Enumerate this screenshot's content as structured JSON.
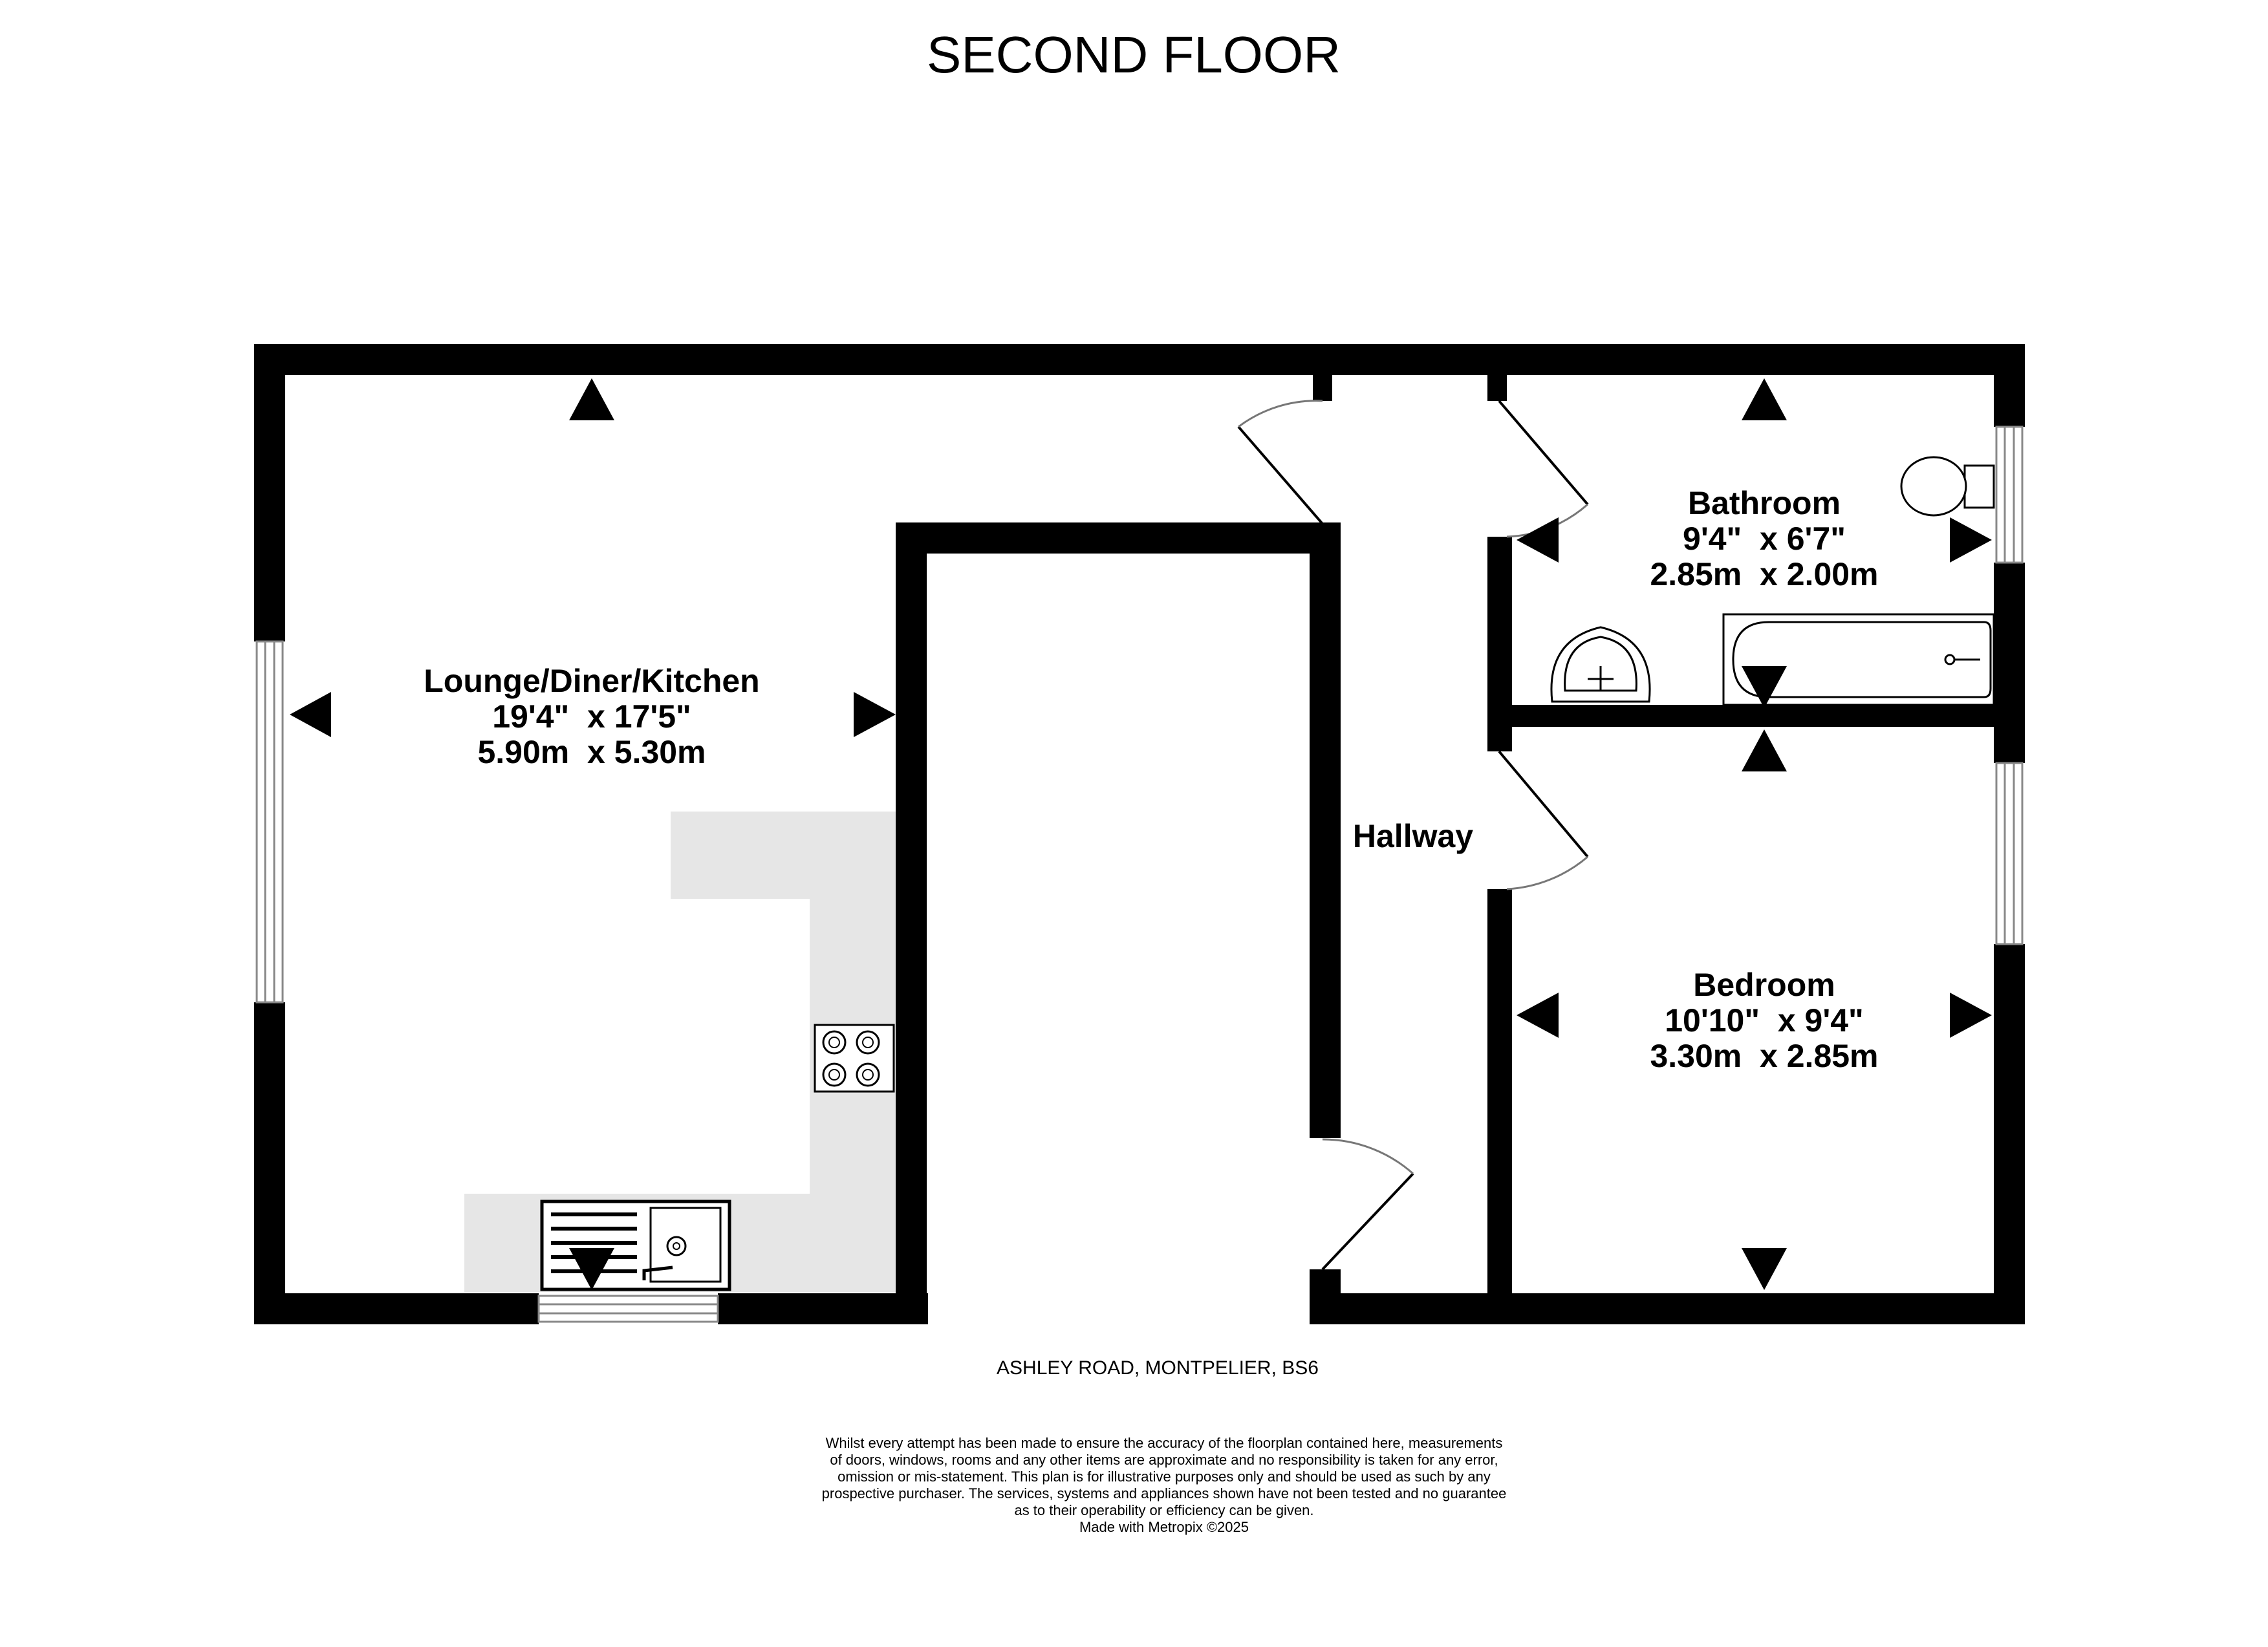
{
  "title": "SECOND FLOOR",
  "rooms": {
    "lounge": {
      "name": "Lounge/Diner/Kitchen",
      "imperial": "19'4\"  x 17'5\"",
      "metric": "5.90m  x 5.30m"
    },
    "bathroom": {
      "name": "Bathroom",
      "imperial": "9'4\"  x 6'7\"",
      "metric": "2.85m  x 2.00m"
    },
    "bedroom": {
      "name": "Bedroom",
      "imperial": "10'10\"  x 9'4\"",
      "metric": "3.30m  x 2.85m"
    },
    "hallway": {
      "name": "Hallway"
    }
  },
  "address": "ASHLEY ROAD, MONTPELIER, BS6",
  "disclaimer": [
    "Whilst every attempt has been made to ensure the accuracy of the floorplan contained here, measurements",
    "of doors, windows, rooms and any other items are approximate and no responsibility is taken for any error,",
    "omission or mis-statement. This plan is for illustrative purposes only and should be used as such by any",
    "prospective purchaser. The services, systems and appliances shown have not been tested and no guarantee",
    "as to their operability or efficiency can be given.",
    "Made with Metropix ©2025"
  ],
  "colors": {
    "wall": "#000000",
    "worktop": "#e6e6e6",
    "window": "#888888"
  },
  "icons": [
    "dimension-arrow-icon",
    "window-icon",
    "door-swing-icon",
    "hob-icon",
    "sink-icon",
    "bath-icon",
    "toilet-icon",
    "basin-icon"
  ]
}
